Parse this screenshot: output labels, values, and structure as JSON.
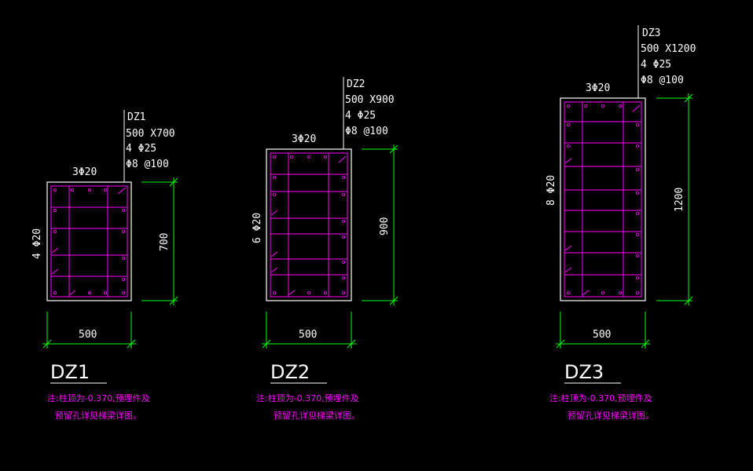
{
  "colors": {
    "background": "#000000",
    "outline": "#ffffff",
    "rebar": "#ff00ff",
    "dimension": "#00ff00",
    "text": "#ffffff",
    "note": "#ff00ff"
  },
  "columns": [
    {
      "name": "DZ1",
      "spec_name": "DZ1",
      "spec_size": "500 X700",
      "spec_main": "4 Φ25",
      "spec_stirrup": "Φ8 @100",
      "top_bars": "3Φ20",
      "side_bars": "4 Φ20",
      "width_dim": "500",
      "height_dim": "700",
      "title": "DZ1",
      "note_line1": "注:柱顶为-0.370,预埋件及",
      "note_line2": "预留孔详见梯梁详图。"
    },
    {
      "name": "DZ2",
      "spec_name": "DZ2",
      "spec_size": "500 X900",
      "spec_main": "4 Φ25",
      "spec_stirrup": "Φ8 @100",
      "top_bars": "3Φ20",
      "side_bars": "6 Φ20",
      "width_dim": "500",
      "height_dim": "900",
      "title": "DZ2",
      "note_line1": "注:柱顶为-0.370,预埋件及",
      "note_line2": "预留孔详见梯梁详图。"
    },
    {
      "name": "DZ3",
      "spec_name": "DZ3",
      "spec_size": "500 X1200",
      "spec_main": "4 Φ25",
      "spec_stirrup": "Φ8 @100",
      "top_bars": "3Φ20",
      "side_bars": "8 Φ20",
      "width_dim": "500",
      "height_dim": "1200",
      "title": "DZ3",
      "note_line1": "注:柱顶为-0.370,预埋件及",
      "note_line2": "预留孔详见梯梁详图。"
    }
  ]
}
